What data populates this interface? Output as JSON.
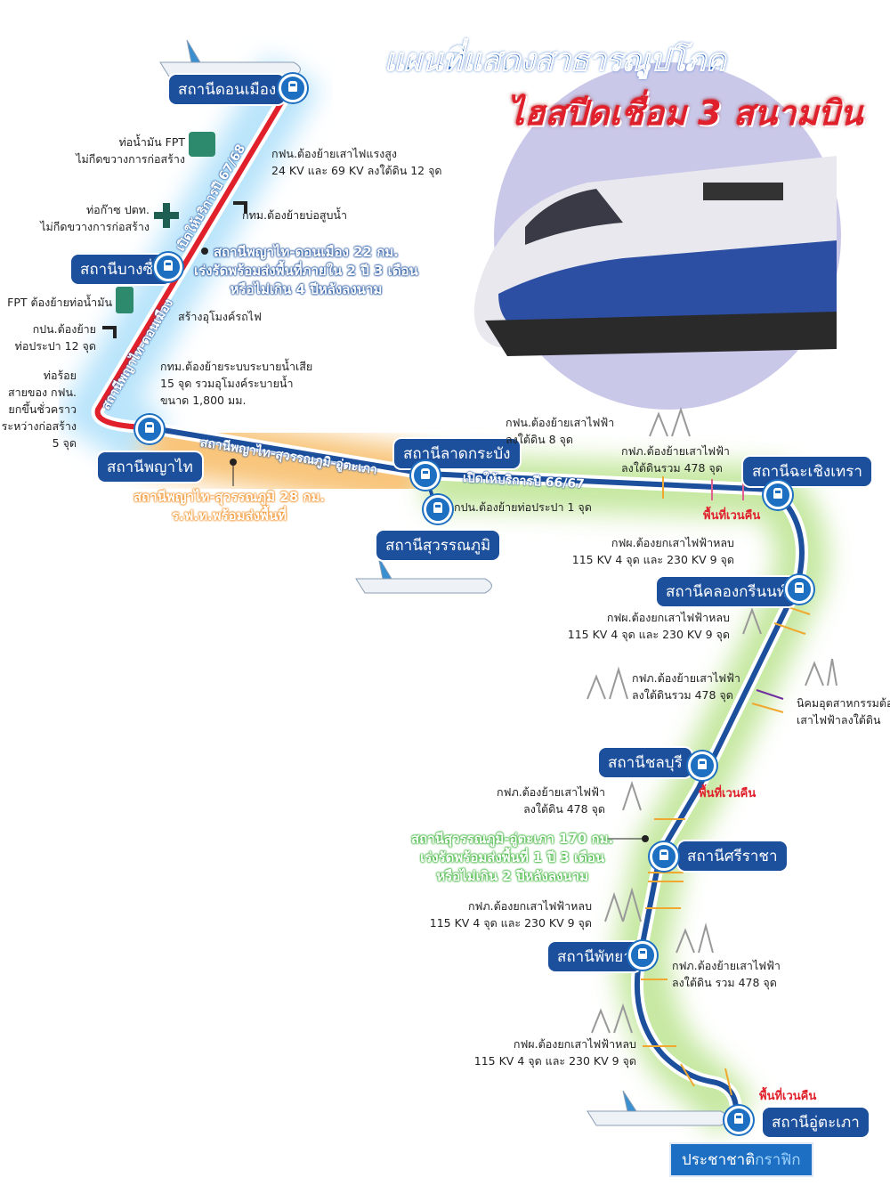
{
  "title": {
    "line1": "แผนที่แสดงสาธารณูปโภค",
    "line2": "ไฮสปีดเชื่อม 3 สนามบิน"
  },
  "colors": {
    "route": "#1c4f9c",
    "red_segment": "#e0202b",
    "zone_blue": "#bfe6fb",
    "zone_orange": "#f7c47a",
    "zone_green": "#c9e9a8",
    "station_box": "#1c4f9c"
  },
  "stations": [
    {
      "name": "สถานีดอนเมือง"
    },
    {
      "name": "สถานีบางซื่อ"
    },
    {
      "name": "สถานีพญาไท"
    },
    {
      "name": "สถานีลาดกระบัง"
    },
    {
      "name": "สถานีสุวรรณภูมิ"
    },
    {
      "name": "สถานีฉะเชิงเทรา"
    },
    {
      "name": "สถานีคลองกรีนนท์"
    },
    {
      "name": "สถานีชลบุรี"
    },
    {
      "name": "สถานีศรีราชา"
    },
    {
      "name": "สถานีพัทยา"
    },
    {
      "name": "สถานีอู่ตะเภา"
    }
  ],
  "route_labels": {
    "seg1": "สถานีพญาไท-ดอนเมือง",
    "seg1_open": "เปิดให้บริการปี 67/68",
    "seg2": "สถานีพญาไท-สุวรรณภูมิ-อู่ตะเภา",
    "seg2_open": "เปิดให้บริการปี 66/67"
  },
  "callouts": {
    "donmueang": [
      "สถานีพญาไท-ดอนเมือง 22 กม.",
      "เร่งรัดพร้อมส่งพื้นที่ภายใน 2 ปี 3 เดือน",
      "หรือไม่เกิน 4 ปีหลังลงนาม"
    ],
    "suvarnabhumi": [
      "สถานีพญาไท-สุวรรณภูมิ 28 กม.",
      "ร.ฟ.ท.พร้อมส่งพื้นที่"
    ],
    "utapao": [
      "สถานีสุวรรณภูมิ-อู่ตะเภา 170 กม.",
      "เร่งรัดพร้อมส่งพื้นที่ 1 ปี 3 เดือน",
      "หรือไม่เกิน 2 ปีหลังลงนาม"
    ]
  },
  "notes": {
    "fpt_pipe": [
      "ท่อน้ำมัน FPT",
      "ไม่กีดขวางการก่อสร้าง"
    ],
    "mea_high": [
      "กฟน.ต้องย้ายเสาไฟแรงสูง",
      "24 KV และ 69 KV ลงใต้ดิน 12 จุด"
    ],
    "gas_pipe": [
      "ท่อก๊าซ ปตท.",
      "ไม่กีดขวางการก่อสร้าง"
    ],
    "bma_pump": "กทม.ต้องย้ายบ่อสูบน้ำ",
    "fpt_move": "FPT ต้องย้ายท่อน้ำมัน",
    "tunnel": "สร้างอุโมงค์รถไฟ",
    "mwa_12": [
      "กปน.ต้องย้าย",
      "ท่อประปา 12 จุด"
    ],
    "bma_drain": [
      "กทม.ต้องย้ายระบบระบายน้ำเสีย",
      "15 จุด รวมอุโมงค์ระบายน้ำ",
      "ขนาด 1,800 มม."
    ],
    "mea_cable": [
      "ท่อร้อย",
      "สายของ กฟน.",
      "ยกขึ้นชั่วคราว",
      "ระหว่างก่อสร้าง",
      "5 จุด"
    ],
    "mea_8": [
      "กฟน.ต้องย้ายเสาไฟฟ้า",
      "ลงใต้ดิน 8 จุด"
    ],
    "mwa_1": "กปน.ต้องย้ายท่อประปา 1 จุด",
    "pea_478_a": [
      "กฟภ.ต้องย้ายเสาไฟฟ้า",
      "ลงใต้ดินรวม 478 จุด"
    ],
    "egat_a": [
      "กฟผ.ต้องยกเสาไฟฟ้าหลบ",
      "115 KV 4 จุด และ 230 KV 9 จุด"
    ],
    "egat_b": [
      "กฟผ.ต้องยกเสาไฟฟ้าหลบ",
      "115 KV 4 จุด และ 230 KV 9 จุด"
    ],
    "pea_478_b": [
      "กฟภ.ต้องย้ายเสาไฟฟ้า",
      "ลงใต้ดินรวม 478 จุด"
    ],
    "estate": [
      "นิคมอุตสาหกรรมต้องย้าย",
      "เสาไฟฟ้าลงใต้ดิน"
    ],
    "pea_478_c": [
      "กฟภ.ต้องย้ายเสาไฟฟ้า",
      "ลงใต้ดิน 478 จุด"
    ],
    "pea_lift": [
      "กฟภ.ต้องยกเสาไฟฟ้าหลบ",
      "115 KV 4 จุด และ 230 KV 9 จุด"
    ],
    "pea_478_d": [
      "กฟภ.ต้องย้ายเสาไฟฟ้า",
      "ลงใต้ดิน รวม 478 จุด"
    ],
    "egat_c": [
      "กฟผ.ต้องยกเสาไฟฟ้าหลบ",
      "115 KV 4 จุด และ 230 KV 9 จุด"
    ]
  },
  "return_area": "พื้นที่เวนคืน",
  "footer": {
    "part1": "ประชาชาติ",
    "part2": "กราฟิก"
  }
}
